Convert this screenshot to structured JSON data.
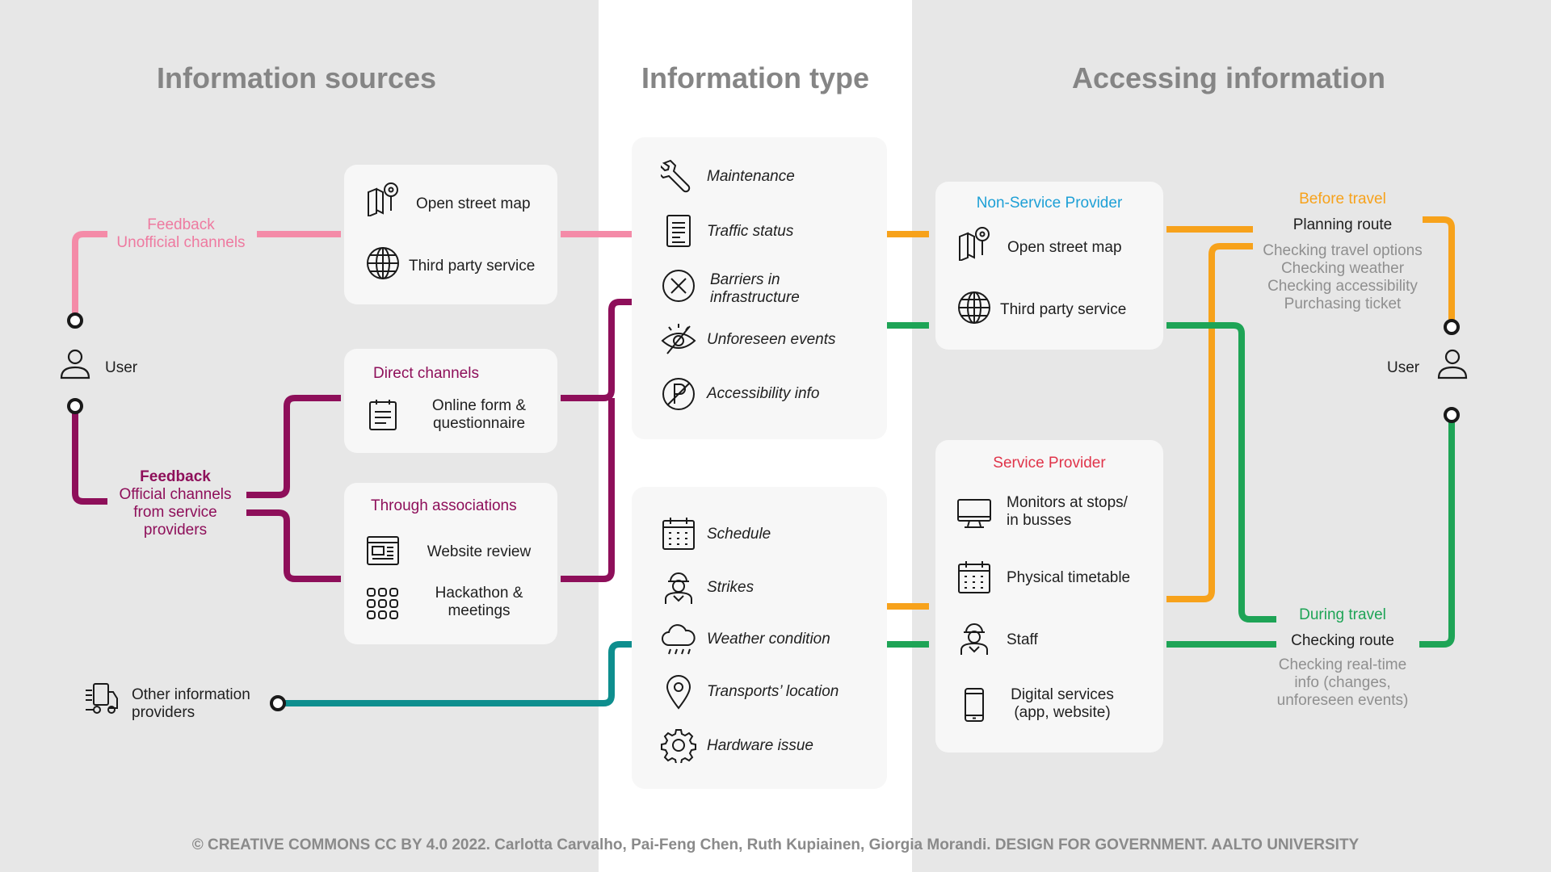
{
  "columns": {
    "sources": "Information sources",
    "type": "Information type",
    "accessing": "Accessing information"
  },
  "left": {
    "user": "User",
    "feedback_unofficial": {
      "line1": "Feedback",
      "line2": "Unofficial channels"
    },
    "feedback_official": {
      "line1": "Feedback",
      "line2": "Official channels",
      "line3": "from service",
      "line4": "providers"
    },
    "other_providers": {
      "line1": "Other information",
      "line2": "providers"
    }
  },
  "sources": {
    "unofficial": {
      "items": [
        "Open street map",
        "Third party service"
      ]
    },
    "direct": {
      "header": "Direct channels",
      "items": [
        {
          "line1": "Online form &",
          "line2": "questionnaire"
        }
      ]
    },
    "associations": {
      "header": "Through associations",
      "items": [
        {
          "line1": "Website review",
          "line2": ""
        },
        {
          "line1": "Hackathon &",
          "line2": "meetings"
        }
      ]
    }
  },
  "types": {
    "group1": [
      {
        "line1": "Maintenance",
        "line2": ""
      },
      {
        "line1": "Traffic status",
        "line2": ""
      },
      {
        "line1": "Barriers in",
        "line2": "infrastructure"
      },
      {
        "line1": "Unforeseen events",
        "line2": ""
      },
      {
        "line1": "Accessibility info",
        "line2": ""
      }
    ],
    "group2": [
      {
        "line1": "Schedule"
      },
      {
        "line1": "Strikes"
      },
      {
        "line1": "Weather condition"
      },
      {
        "line1": "Transports’ location"
      },
      {
        "line1": "Hardware issue"
      }
    ]
  },
  "access": {
    "non_service": {
      "header": "Non-Service Provider",
      "items": [
        "Open street map",
        "Third party service"
      ]
    },
    "service": {
      "header": "Service Provider",
      "items": [
        {
          "line1": "Monitors at stops/",
          "line2": "in busses"
        },
        {
          "line1": "Physical timetable",
          "line2": ""
        },
        {
          "line1": "Staff",
          "line2": ""
        },
        {
          "line1": "Digital services",
          "line2": "(app, website)"
        }
      ]
    }
  },
  "right": {
    "user": "User",
    "before": {
      "header": "Before travel",
      "main": "Planning route",
      "subs": [
        "Checking travel options",
        "Checking weather",
        "Checking accessibility",
        "Purchasing ticket"
      ]
    },
    "during": {
      "header": "During travel",
      "main": "Checking route",
      "subs": [
        "Checking real-time",
        "info (changes,",
        "unforeseen events)"
      ]
    }
  },
  "footer": "© CREATIVE COMMONS CC BY 4.0 2022. Carlotta Carvalho, Pai-Feng Chen, Ruth Kupiainen, Giorgia Morandi. DESIGN FOR GOVERNMENT. AALTO UNIVERSITY",
  "colors": {
    "pink": "#f48ba8",
    "purple": "#8e0f5a",
    "teal": "#0e8e8e",
    "orange": "#f7a21b",
    "green": "#1ea456",
    "blue": "#1ea0d6",
    "red": "#e0344a",
    "pink_text": "#ee7aa0"
  },
  "icons": {
    "map": "map-pin-icon",
    "globe": "globe-icon",
    "form": "form-icon",
    "website": "website-icon",
    "grid": "grid-icon",
    "wrench": "wrench-icon",
    "document": "document-icon",
    "cross": "cross-circle-icon",
    "eye_off": "eye-off-icon",
    "no_parking": "accessibility-icon",
    "calendar": "calendar-icon",
    "worker": "worker-icon",
    "cloud": "cloud-rain-icon",
    "location": "location-pin-icon",
    "gear": "gear-icon",
    "truck": "truck-icon",
    "user": "user-icon",
    "monitor": "monitor-icon",
    "phone": "phone-icon"
  }
}
